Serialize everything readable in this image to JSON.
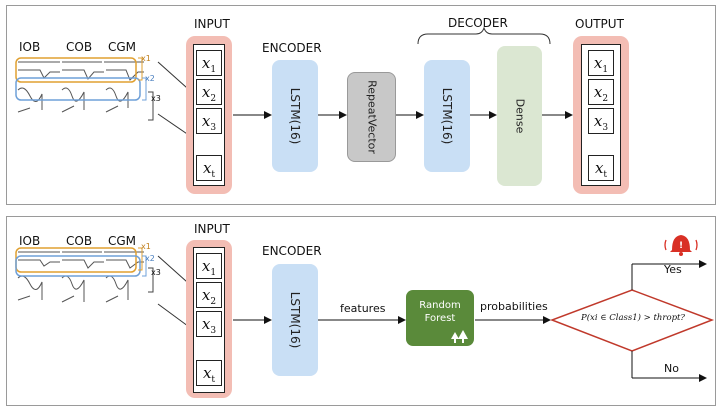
{
  "top": {
    "signals": [
      "IOB",
      "COB",
      "CGM"
    ],
    "brackets": [
      "x1",
      "x2",
      "x3"
    ],
    "input_title": "INPUT",
    "encoder_title": "ENCODER",
    "decoder_title": "DECODER",
    "output_title": "OUTPUT",
    "encoder_block": "LSTM(16)",
    "repeat_block": "RepeatVector",
    "decoder_block": "LSTM(16)",
    "dense_block": "Dense",
    "cells": [
      "x",
      "x",
      "x",
      "x"
    ],
    "cell_subs": [
      "1",
      "2",
      "3",
      "t"
    ]
  },
  "bottom": {
    "signals": [
      "IOB",
      "COB",
      "CGM"
    ],
    "brackets": [
      "x1",
      "x2",
      "x3"
    ],
    "input_title": "INPUT",
    "encoder_title": "ENCODER",
    "encoder_block": "LSTM(16)",
    "features_label": "features",
    "rf_label": "Random Forest",
    "probabilities_label": "probabilities",
    "decision_text": "P(xi ∈ Class1) > thropt?",
    "yes_label": "Yes",
    "no_label": "No",
    "cells": [
      "x",
      "x",
      "x",
      "x"
    ],
    "cell_subs": [
      "1",
      "2",
      "3",
      "t"
    ]
  },
  "colors": {
    "input_bg": "#f3bdb4",
    "lstm_bg": "#c9dff5",
    "repeat_bg": "#c8c8c8",
    "dense_bg": "#dbe7d2",
    "rf_bg": "#5a8a3a",
    "diamond_stroke": "#c0392b",
    "window_orange": "#e0a030",
    "window_blue": "#6fa0d8",
    "alarm_red": "#d93025"
  },
  "icons": [
    "alarm-bell-icon",
    "tree-icon"
  ]
}
